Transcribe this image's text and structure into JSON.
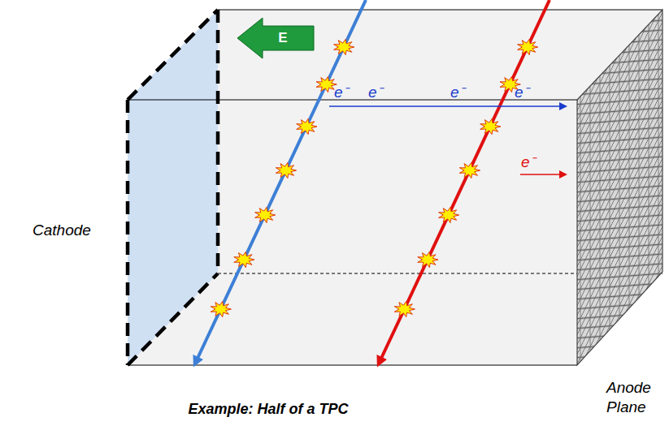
{
  "diagram": {
    "caption": "Example: Half of a TPC",
    "labels": [
      "E",
      "e⁻",
      "e⁻",
      "e⁻",
      "e⁻",
      "e⁻",
      "Cathode",
      "Anode Plane"
    ]
  }
}
